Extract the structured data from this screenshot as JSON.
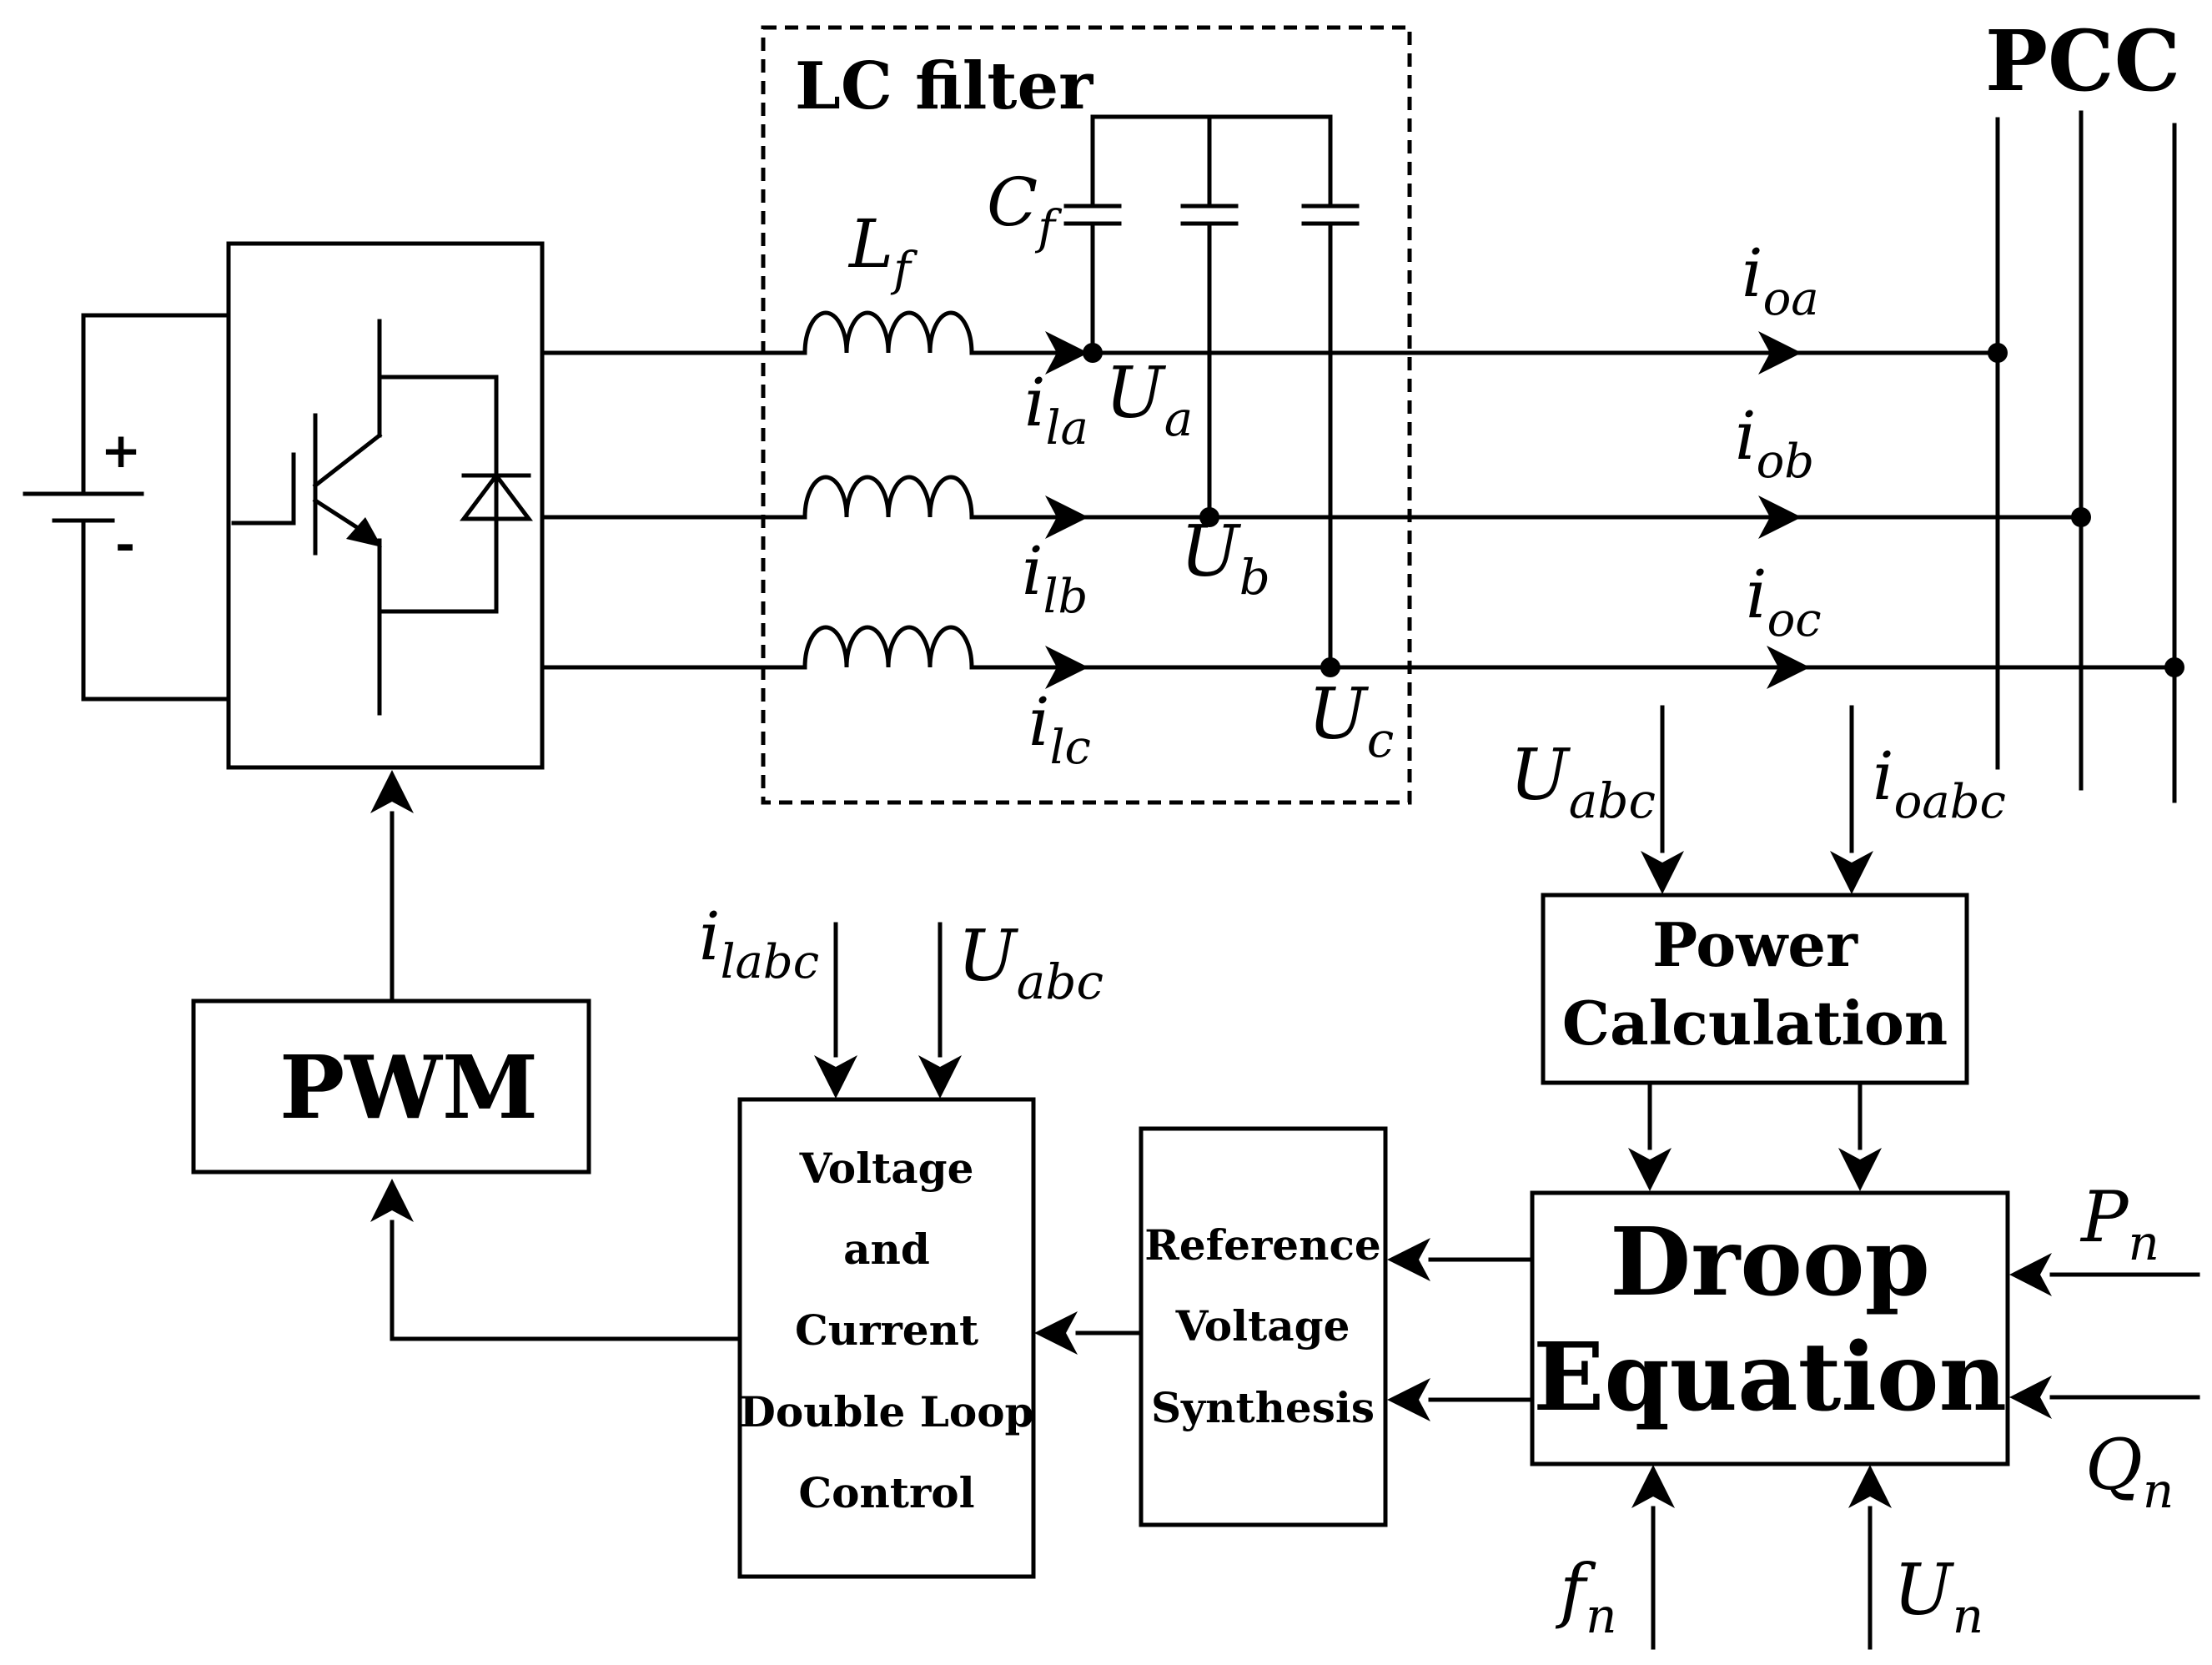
{
  "title": "",
  "labels": {
    "lc_filter": "LC filter",
    "pcc": "PCC",
    "cf": {
      "base": "C",
      "sub": "f"
    },
    "lf": {
      "base": "L",
      "sub": "f"
    },
    "plus": "+",
    "minus": "-",
    "ila": {
      "base": "i",
      "sub": "la"
    },
    "ilb": {
      "base": "i",
      "sub": "lb"
    },
    "ilc": {
      "base": "i",
      "sub": "lc"
    },
    "ua": {
      "base": "U",
      "sub": "a"
    },
    "ub": {
      "base": "U",
      "sub": "b"
    },
    "uc": {
      "base": "U",
      "sub": "c"
    },
    "ioa": {
      "base": "i",
      "sub": "oa"
    },
    "iob": {
      "base": "i",
      "sub": "ob"
    },
    "ioc": {
      "base": "i",
      "sub": "oc"
    },
    "uabc_top": {
      "base": "U",
      "sub": "abc"
    },
    "ioabc": {
      "base": "i",
      "sub": "oabc"
    },
    "ilabc": {
      "base": "i",
      "sub": "labc"
    },
    "uabc_ctrl": {
      "base": "U",
      "sub": "abc"
    },
    "pn": {
      "base": "P",
      "sub": "n"
    },
    "qn": {
      "base": "Q",
      "sub": "n"
    },
    "fn": {
      "base": "f",
      "sub": "n"
    },
    "un": {
      "base": "U",
      "sub": "n"
    }
  },
  "blocks": {
    "pwm": "PWM",
    "power_calc": [
      "Power",
      "Calculation"
    ],
    "droop": [
      "Droop",
      "Equation"
    ],
    "ref_voltage": [
      "Reference",
      "Voltage",
      "Synthesis"
    ],
    "vc_control": [
      "Voltage",
      "and",
      "Current",
      "Double Loop",
      "Control"
    ]
  }
}
